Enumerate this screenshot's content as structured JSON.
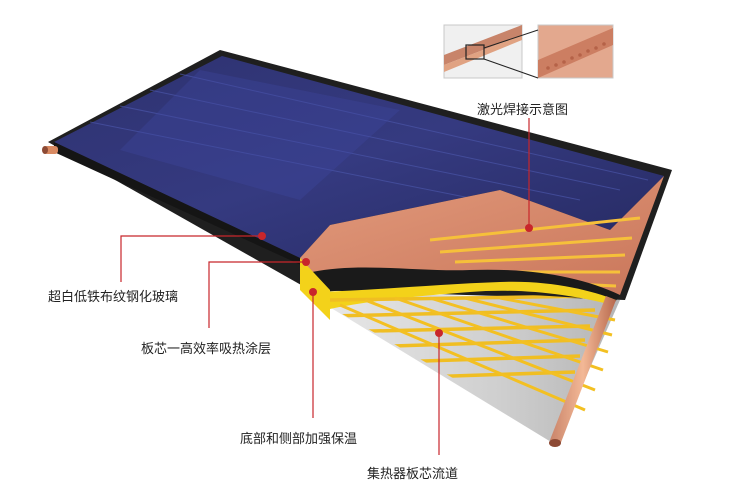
{
  "labels": {
    "laser_weld": "激光焊接示意图",
    "glass": "超白低铁布纹钢化玻璃",
    "coating": "板芯一高效率吸热涂层",
    "insulation": "底部和侧部加强保温",
    "channels": "集热器板芯流道"
  },
  "colors": {
    "glass": "#2b2f6e",
    "glass_highlight": "#3a4290",
    "frame": "#2a2a2a",
    "copper_absorber": "#d9876a",
    "copper_tube": "#f2c233",
    "insulation": "#f5d316",
    "back_plate": "#c9c9c9",
    "callout": "#c8262b",
    "leader_line": "#c8262b"
  },
  "icons": {
    "callout_marker": "red-dot",
    "inset_zoom": "laser-weld-closeup"
  }
}
